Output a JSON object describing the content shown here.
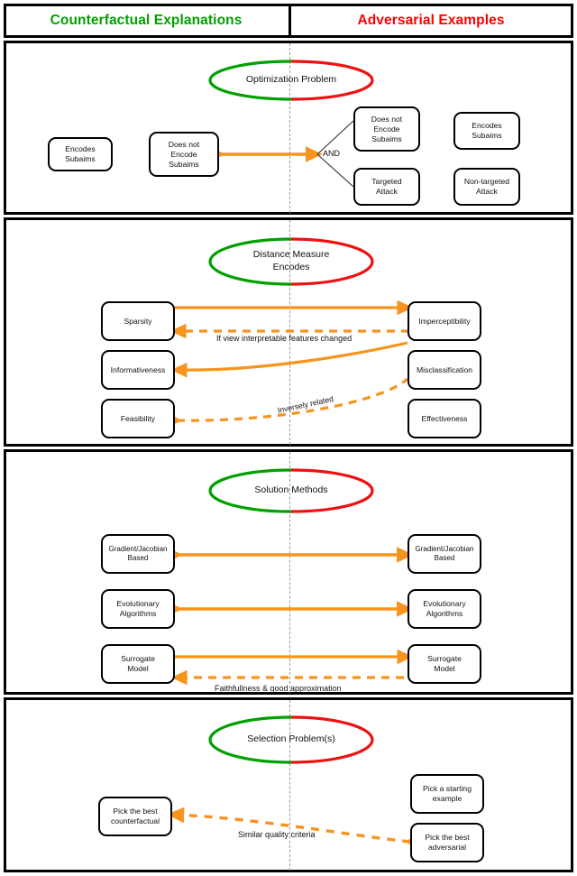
{
  "header": {
    "left": {
      "label": "Counterfactual Explanations",
      "color": "#00a000"
    },
    "right": {
      "label": "Adversarial Examples",
      "color": "#ff0000"
    }
  },
  "palette": {
    "arrow": "#f7941e",
    "green": "#00a000",
    "red": "#ee1111",
    "outline": "#000000",
    "centerline": "#9a9a9a"
  },
  "sections": [
    {
      "id": "optimization-problem",
      "ellipse": {
        "label": "Optimization Problem"
      },
      "nodes": [
        {
          "id": "cf-encodes-subaims",
          "label": "Encodes\nSubaims",
          "side": "left"
        },
        {
          "id": "cf-does-not-encode-subaims",
          "label": "Does not\nEncode\nSubaims",
          "side": "left"
        },
        {
          "id": "ae-does-not-encode-subaims",
          "label": "Does not\nEncode\nSubaims",
          "side": "right"
        },
        {
          "id": "ae-targeted-attack",
          "label": "Targeted\nAttack",
          "side": "right"
        },
        {
          "id": "ae-encodes-subaims",
          "label": "Encodes\nSubaims",
          "side": "right"
        },
        {
          "id": "ae-non-targeted-attack",
          "label": "Non-targeted\nAttack",
          "side": "right"
        }
      ],
      "connector_label": "AND"
    },
    {
      "id": "distance-measure-encodes",
      "ellipse": {
        "label": "Distance Measure\nEncodes"
      },
      "nodes": [
        {
          "id": "cf-sparsity",
          "label": "Sparsity",
          "side": "left"
        },
        {
          "id": "cf-informativeness",
          "label": "Informativeness",
          "side": "left"
        },
        {
          "id": "cf-feasibility",
          "label": "Feasibility",
          "side": "left"
        },
        {
          "id": "ae-imperceptibility",
          "label": "Imperceptibility",
          "side": "right"
        },
        {
          "id": "ae-misclassification",
          "label": "Misclassification",
          "side": "right"
        },
        {
          "id": "ae-effectiveness",
          "label": "Effectiveness",
          "side": "right"
        }
      ],
      "edge_labels": [
        {
          "id": "if-view-interpretable",
          "text": "If view interpretable features changed"
        },
        {
          "id": "inversely-related",
          "text": "Inversely related"
        }
      ]
    },
    {
      "id": "solution-methods",
      "ellipse": {
        "label": "Solution Methods"
      },
      "nodes": [
        {
          "id": "cf-gradient-jacobian-based",
          "label": "Gradient/Jacobian\nBased",
          "side": "left"
        },
        {
          "id": "cf-evolutionary-algorithms",
          "label": "Evolutionary\nAlgorithms",
          "side": "left"
        },
        {
          "id": "cf-surrogate-model",
          "label": "Surrogate\nModel",
          "side": "left"
        },
        {
          "id": "ae-gradient-jacobian-based",
          "label": "Gradient/Jacobian\nBased",
          "side": "right"
        },
        {
          "id": "ae-evolutionary-algorithms",
          "label": "Evolutionary\nAlgorithms",
          "side": "right"
        },
        {
          "id": "ae-surrogate-model",
          "label": "Surrogate\nModel",
          "side": "right"
        }
      ],
      "edge_labels": [
        {
          "id": "faithfullness",
          "text": "Faithfullness & good approximation"
        }
      ]
    },
    {
      "id": "selection-problems",
      "ellipse": {
        "label": "Selection Problem(s)"
      },
      "nodes": [
        {
          "id": "cf-pick-the-best-counterfactual",
          "label": "Pick the best\ncounterfactual",
          "side": "left"
        },
        {
          "id": "ae-pick-a-starting-example",
          "label": "Pick a starting\nexample",
          "side": "right"
        },
        {
          "id": "ae-pick-the-best-adversarial",
          "label": "Pick the best\nadversarial",
          "side": "right"
        }
      ],
      "edge_labels": [
        {
          "id": "similar-quality-criteria",
          "text": "Similar quality criteria"
        }
      ]
    }
  ]
}
